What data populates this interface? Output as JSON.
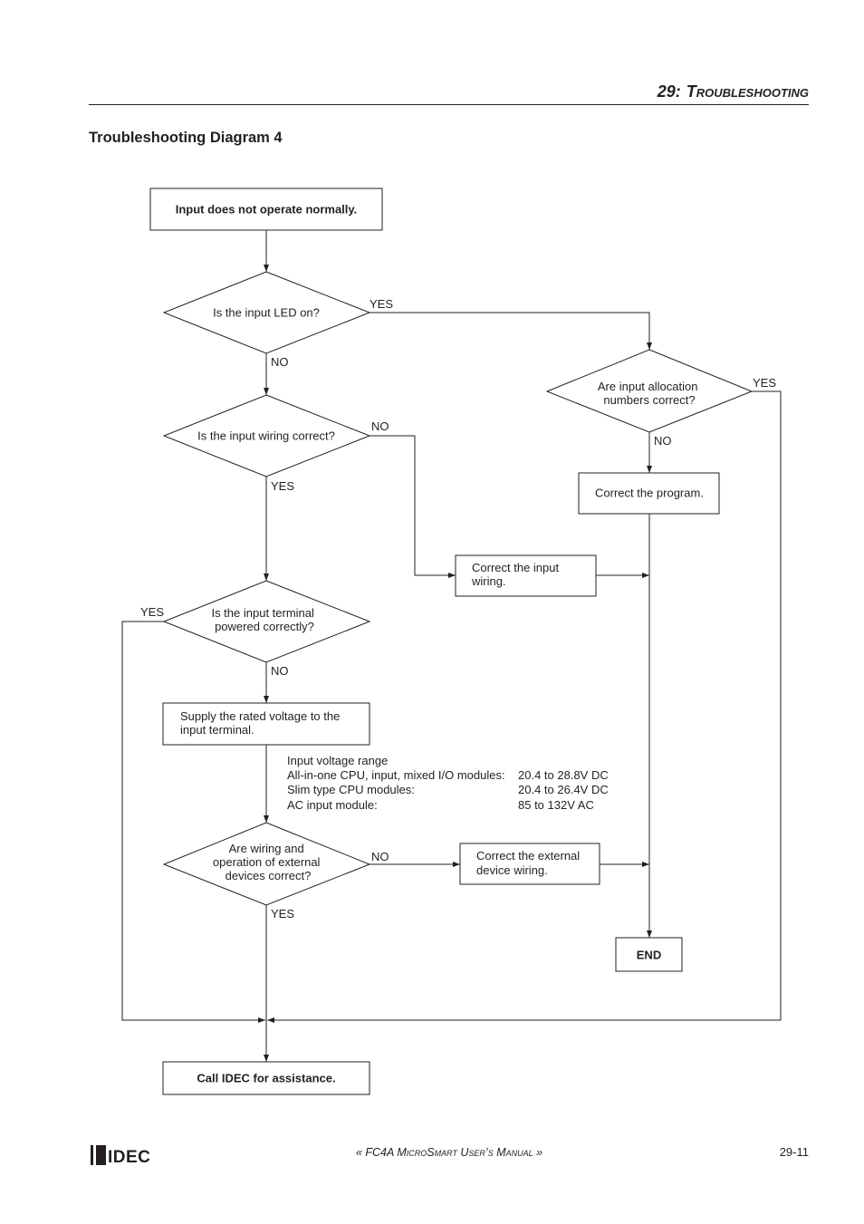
{
  "header": {
    "chapter": "29:",
    "title": "Troubleshooting"
  },
  "section_title": "Troubleshooting Diagram 4",
  "flowchart": {
    "start": "Input does not operate normally.",
    "yes": "YES",
    "no": "NO",
    "decision_led": "Is the input LED on?",
    "decision_wiring": "Is the input wiring correct?",
    "decision_allocation": [
      "Are input allocation",
      "numbers correct?"
    ],
    "decision_terminal": [
      "Is the input terminal",
      "powered correctly?"
    ],
    "decision_external": [
      "Are wiring and",
      "operation of external",
      "devices correct?"
    ],
    "action_fix_wiring": [
      "Correct the input",
      "wiring."
    ],
    "action_fix_program": "Correct the program.",
    "action_supply_voltage": [
      "Supply the rated voltage to the",
      "input terminal."
    ],
    "action_fix_external": [
      "Correct the external",
      "device wiring."
    ],
    "end": "END",
    "call_idec": "Call IDEC for assistance."
  },
  "voltage_note": {
    "title": "Input voltage range",
    "rows": [
      {
        "module": "All-in-one CPU, input, mixed I/O modules:",
        "range": "20.4 to 28.8V DC"
      },
      {
        "module": "Slim type CPU modules:",
        "range": "20.4 to 26.4V DC"
      },
      {
        "module": "AC input module:",
        "range": "85 to 132V AC"
      }
    ]
  },
  "footer": {
    "logo_text": "IDEC",
    "manual_title": "« FC4A MicroSmart User’s Manual »",
    "page_number": "29-11"
  },
  "colors": {
    "ink": "#231f20",
    "paper": "#ffffff"
  }
}
